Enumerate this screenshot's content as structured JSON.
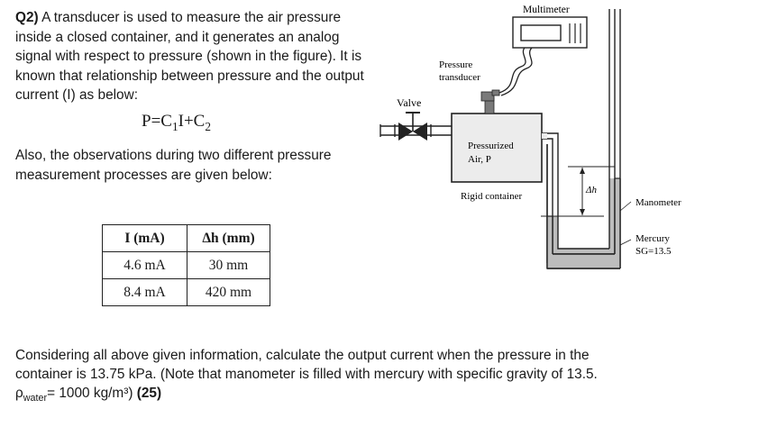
{
  "question": {
    "number": "Q2)",
    "intro": " A transducer is used to measure the air pressure inside a closed container, and it generates an analog signal with respect to pressure (shown in the figure). It is known that relationship between pressure and the output current (I) as below:",
    "equation": {
      "lhs": "P=C",
      "sub1": "1",
      "mid": "I+C",
      "sub2": "2"
    },
    "observations_text": "Also, the observations during two different pressure measurement processes are given below:",
    "table": {
      "headers": [
        "I (mA)",
        "Δh (mm)"
      ],
      "rows": [
        [
          "4.6 mA",
          "30 mm"
        ],
        [
          "8.4 mA",
          "420 mm"
        ]
      ]
    },
    "final_text": "Considering all above given information, calculate the output current when the pressure in the container is 13.75 kPa. (Note that manometer is filled with mercury with specific gravity of 13.5.",
    "rho_symbol": "ρ",
    "rho_sub": "water",
    "rho_value": "= 1000 kg/m³) ",
    "points": "(25)"
  },
  "figure": {
    "multimeter": "Multimeter",
    "pressure_line1": "Pressure",
    "pressure_line2": "transducer",
    "valve": "Valve",
    "pressurized_line1": "Pressurized",
    "pressurized_line2": "Air, P",
    "rigid_container": "Rigid container",
    "delta_h": "Δh",
    "manometer": "Manometer",
    "mercury_line1": "Mercury",
    "mercury_line2": "SG=13.5",
    "colors": {
      "fill_gray": "#bdbdbd",
      "line": "#222222"
    }
  }
}
